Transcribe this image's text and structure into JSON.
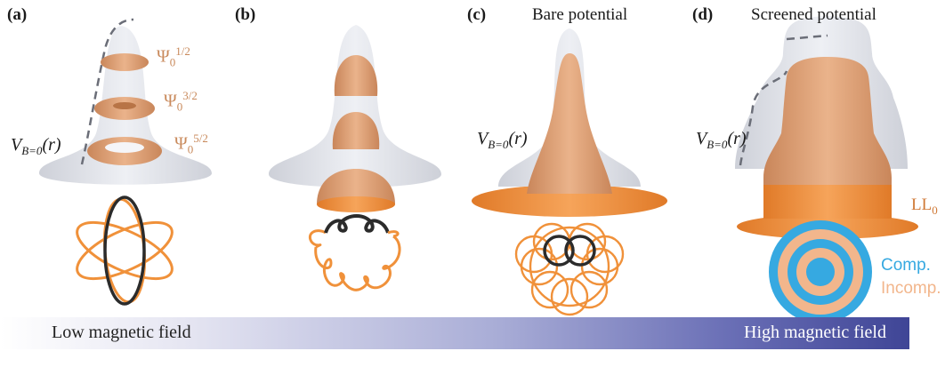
{
  "panels": [
    {
      "label": "(a)",
      "title": ""
    },
    {
      "label": "(b)",
      "title": ""
    },
    {
      "label": "(c)",
      "title": "Bare potential"
    },
    {
      "label": "(d)",
      "title": "Screened potential"
    }
  ],
  "potential_label": {
    "main": "V",
    "sub": "B=0",
    "arg": "(r)"
  },
  "wavefunctions": [
    {
      "symbol": "Ψ",
      "sub": "0",
      "sup": "1/2"
    },
    {
      "symbol": "Ψ",
      "sub": "0",
      "sup": "3/2"
    },
    {
      "symbol": "Ψ",
      "sub": "0",
      "sup": "5/2"
    }
  ],
  "landau_level": {
    "main": "LL",
    "sub": "0"
  },
  "legend": {
    "comp": "Comp.",
    "incomp": "Incomp.",
    "comp_color": "#36a9e1",
    "incomp_color": "#f2b68c"
  },
  "field_bar": {
    "low": "Low magnetic field",
    "high": "High magnetic field"
  },
  "colors": {
    "potential": "#c9ccd6",
    "orbital": "#f0913a",
    "orbital_inner": "#2b2b2b",
    "state": "#e0a472"
  }
}
